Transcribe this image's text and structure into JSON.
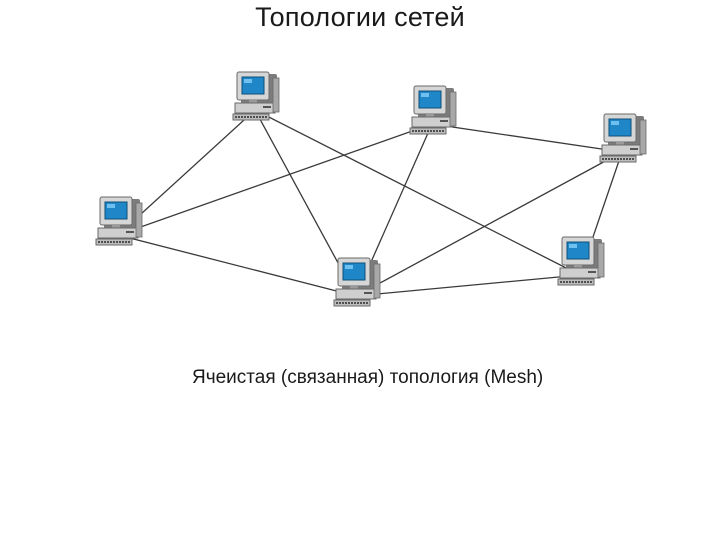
{
  "title": "Топологии сетей",
  "caption": "Ячеистая (связанная) топология (Mesh)",
  "colors": {
    "screen": "#1f87c8",
    "case": "#c8c8c8",
    "line": "#3a3a3a"
  },
  "nodes": [
    {
      "id": "pc-top-left",
      "icon": "computer-icon"
    },
    {
      "id": "pc-top-middle",
      "icon": "computer-icon"
    },
    {
      "id": "pc-right",
      "icon": "computer-icon"
    },
    {
      "id": "pc-left",
      "icon": "computer-icon"
    },
    {
      "id": "pc-bottom-middle",
      "icon": "computer-icon"
    },
    {
      "id": "pc-bottom-right",
      "icon": "computer-icon"
    }
  ],
  "links": [
    [
      "pc-top-left",
      "pc-left"
    ],
    [
      "pc-top-left",
      "pc-bottom-middle"
    ],
    [
      "pc-top-left",
      "pc-bottom-right"
    ],
    [
      "pc-top-middle",
      "pc-left"
    ],
    [
      "pc-top-middle",
      "pc-bottom-middle"
    ],
    [
      "pc-top-middle",
      "pc-right"
    ],
    [
      "pc-right",
      "pc-bottom-middle"
    ],
    [
      "pc-right",
      "pc-bottom-right"
    ],
    [
      "pc-left",
      "pc-bottom-middle"
    ],
    [
      "pc-bottom-middle",
      "pc-bottom-right"
    ]
  ]
}
